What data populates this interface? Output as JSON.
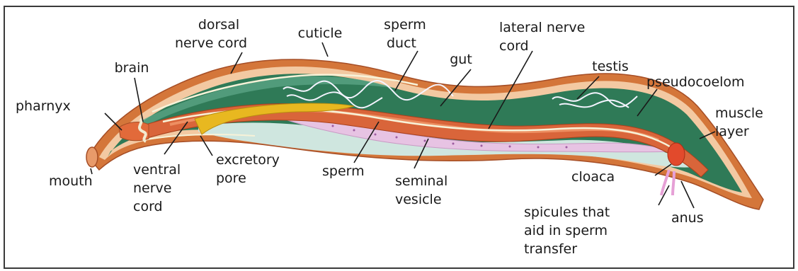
{
  "labels": {
    "dorsal_nerve_cord": [
      "dorsal",
      "nerve cord"
    ],
    "cuticle": [
      "cuticle"
    ],
    "sperm_duct": [
      "sperm",
      "duct"
    ],
    "lateral_nerve_cord": [
      "lateral nerve",
      "cord"
    ],
    "gut": [
      "gut"
    ],
    "testis": [
      "testis"
    ],
    "pseudocoelom": [
      "pseudocoelom"
    ],
    "muscle_layer": [
      "muscle",
      "layer"
    ],
    "brain": [
      "brain"
    ],
    "pharnyx": [
      "pharnyx"
    ],
    "mouth": [
      "mouth"
    ],
    "ventral_nerve_cord": [
      "ventral",
      "nerve",
      "cord"
    ],
    "excretory_pore": [
      "excretory",
      "pore"
    ],
    "sperm": [
      "sperm"
    ],
    "seminal_vesicle": [
      "seminal",
      "vesicle"
    ],
    "cloaca": [
      "cloaca"
    ],
    "anus": [
      "anus"
    ],
    "spicules": [
      "spicules that",
      "aid in sperm",
      "transfer"
    ]
  },
  "colors": {
    "cuticle_outer": "#d4763a",
    "cuticle_inner": "#f3c9a2",
    "muscle_green": "#2f7a57",
    "muscle_green_light": "#5fa98a",
    "gut_orange": "#d9653a",
    "gut_highlight": "#f19a6d",
    "pseudocoelom_teal": "#cfe6df",
    "nerve_white": "#f7f2d8",
    "excretory_yellow": "#e8b820",
    "sperm_pink": "#e7c3e3",
    "cloaca_red": "#e24a2c",
    "frame": "#333333"
  }
}
